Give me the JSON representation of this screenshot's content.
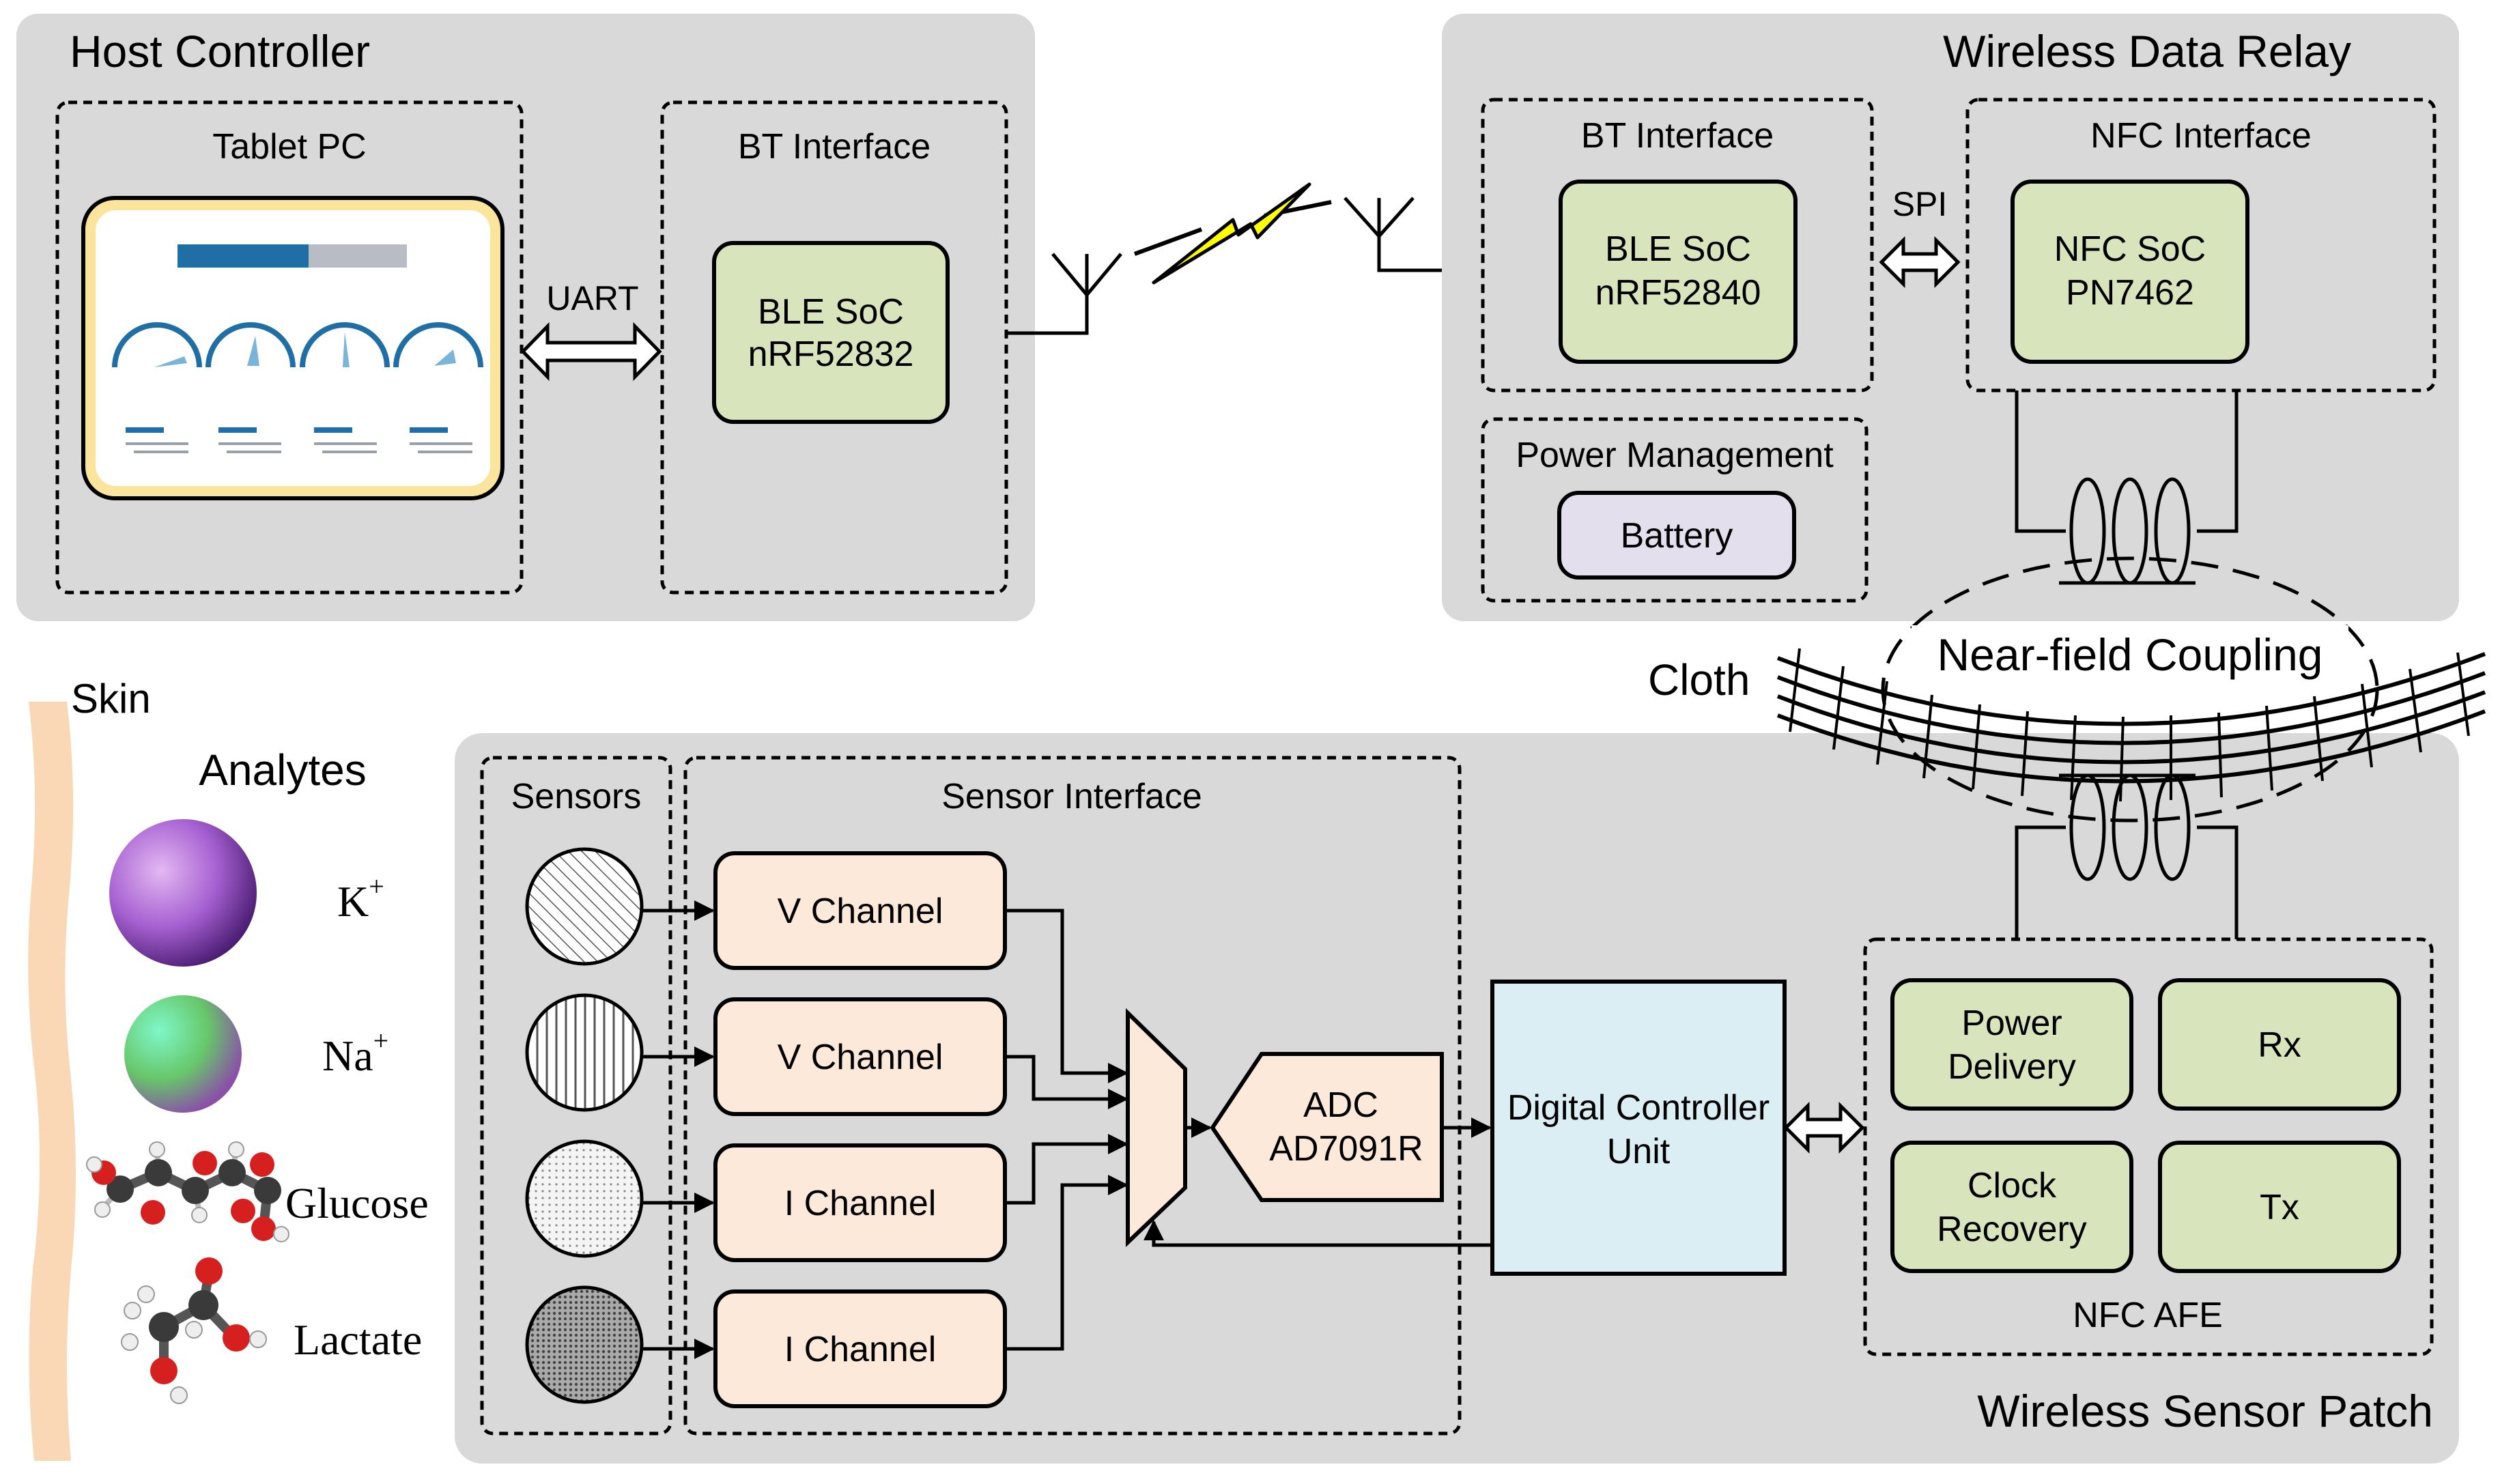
{
  "host": {
    "title": "Host Controller",
    "tablet_label": "Tablet PC",
    "uart_label": "UART",
    "bt_label": "BT Interface",
    "ble_line1": "BLE SoC",
    "ble_line2": "nRF52832"
  },
  "relay": {
    "title": "Wireless Data Relay",
    "bt_label": "BT Interface",
    "ble_line1": "BLE SoC",
    "ble_line2": "nRF52840",
    "spi_label": "SPI",
    "nfc_label": "NFC Interface",
    "nfc_line1": "NFC SoC",
    "nfc_line2": "PN7462",
    "power_label": "Power Management",
    "battery_label": "Battery"
  },
  "coupling": {
    "near_field_label": "Near-field Coupling",
    "cloth_label": "Cloth"
  },
  "skin": {
    "skin_label": "Skin",
    "analytes_label": "Analytes",
    "k_label": "K",
    "na_label": "Na",
    "plus_sup": "+",
    "glucose_label": "Glucose",
    "lactate_label": "Lactate"
  },
  "patch": {
    "title": "Wireless Sensor Patch",
    "sensors_label": "Sensors",
    "sensor_interface_label": "Sensor Interface",
    "channels": [
      "V Channel",
      "V Channel",
      "I Channel",
      "I Channel"
    ],
    "adc_line1": "ADC",
    "adc_line2": "AD7091R",
    "dcu_line1": "Digital Controller",
    "dcu_line2": "Unit",
    "afe_label": "NFC AFE",
    "power_delivery_line1": "Power",
    "power_delivery_line2": "Delivery",
    "rx_label": "Rx",
    "clock_recovery_line1": "Clock",
    "clock_recovery_line2": "Recovery",
    "tx_label": "Tx"
  },
  "colors": {
    "panel_gray": "#d9d9d9",
    "green_block": "#d8e4bc",
    "peach_block": "#fde9d9",
    "blue_block": "#dbeef4",
    "lavender_block": "#e4dfec",
    "tablet_border": "#fbe49c",
    "skin": "#fad7b5",
    "lightning": "#ffff00",
    "gauge_blue": "#1f6fa6"
  }
}
